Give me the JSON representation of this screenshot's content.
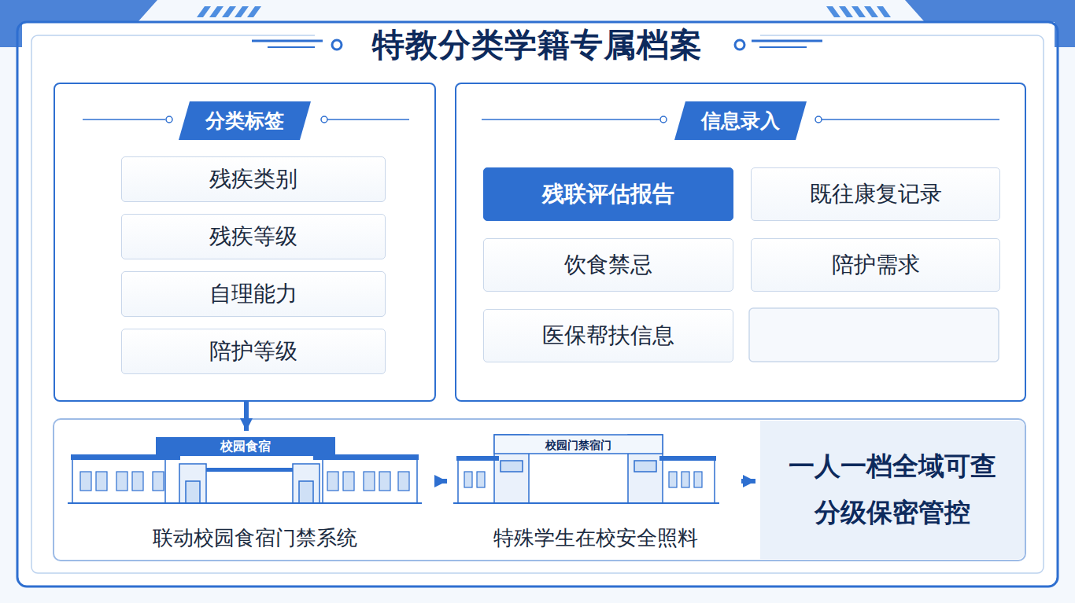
{
  "diagram": {
    "title": "特教分类学籍专属档案",
    "nodes": [
      {
        "text": [
          "分类标签"
        ]
      },
      {
        "text": [
          "残疾类别"
        ],
        "in": 0
      },
      {
        "text": [
          "残疾等级"
        ],
        "in": 0
      },
      {
        "text": [
          "自理能力"
        ],
        "in": 0
      },
      {
        "text": [
          "陪护等级"
        ],
        "in": 0
      },
      {
        "text": [
          "信息录入"
        ]
      },
      {
        "text": [
          "残联评估报告"
        ],
        "in": 5
      },
      {
        "text": [
          "既往康复记录"
        ],
        "in": 5
      },
      {
        "text": [
          "饮食禁忌"
        ],
        "in": 5
      },
      {
        "text": [
          "陪护需求"
        ],
        "in": 5
      },
      {
        "text": [
          "医保帮扶信息"
        ],
        "in": 5
      },
      {
        "text": [
          "联动校园食宿门禁系统"
        ]
      },
      {
        "text": [
          "特殊学生在校安全照料"
        ]
      },
      {
        "text": [
          "一人一档全域可查",
          "分级保密管控"
        ]
      }
    ],
    "edges": [
      {
        "from": 0,
        "to": 11,
        "arrow": "to"
      },
      {
        "from": 11,
        "to": 12,
        "arrow": "to"
      },
      {
        "from": 12,
        "to": 13,
        "arrow": "to"
      }
    ],
    "labels": [
      "校园食宿",
      "校园门禁宿门"
    ]
  }
}
